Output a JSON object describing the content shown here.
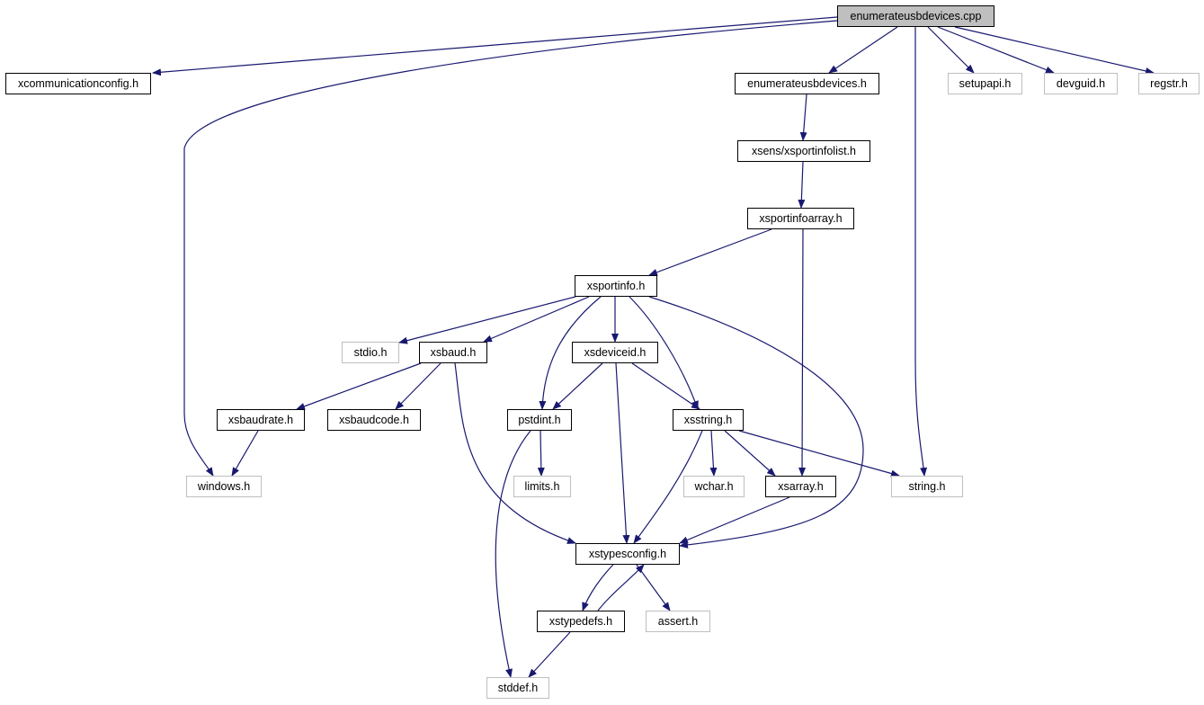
{
  "graph": {
    "edge_color": "#191970",
    "nodes": [
      {
        "id": "root",
        "label": "enumerateusbdevices.cpp",
        "kind": "root"
      },
      {
        "id": "xcomm",
        "label": "xcommunicationconfig.h",
        "kind": "doc"
      },
      {
        "id": "enumh",
        "label": "enumerateusbdevices.h",
        "kind": "doc"
      },
      {
        "id": "setupapi",
        "label": "setupapi.h",
        "kind": "ext"
      },
      {
        "id": "devguid",
        "label": "devguid.h",
        "kind": "ext"
      },
      {
        "id": "regstr",
        "label": "regstr.h",
        "kind": "ext"
      },
      {
        "id": "list",
        "label": "xsens/xsportinfolist.h",
        "kind": "doc"
      },
      {
        "id": "array",
        "label": "xsportinfoarray.h",
        "kind": "doc"
      },
      {
        "id": "portinfo",
        "label": "xsportinfo.h",
        "kind": "doc"
      },
      {
        "id": "stdio",
        "label": "stdio.h",
        "kind": "ext"
      },
      {
        "id": "xsbaud",
        "label": "xsbaud.h",
        "kind": "doc"
      },
      {
        "id": "deviceid",
        "label": "xsdeviceid.h",
        "kind": "doc"
      },
      {
        "id": "baudrate",
        "label": "xsbaudrate.h",
        "kind": "doc"
      },
      {
        "id": "baudcode",
        "label": "xsbaudcode.h",
        "kind": "doc"
      },
      {
        "id": "pstdint",
        "label": "pstdint.h",
        "kind": "doc"
      },
      {
        "id": "xsstring",
        "label": "xsstring.h",
        "kind": "doc"
      },
      {
        "id": "windows",
        "label": "windows.h",
        "kind": "ext"
      },
      {
        "id": "limits",
        "label": "limits.h",
        "kind": "ext"
      },
      {
        "id": "wchar",
        "label": "wchar.h",
        "kind": "ext"
      },
      {
        "id": "xsarray",
        "label": "xsarray.h",
        "kind": "doc"
      },
      {
        "id": "string",
        "label": "string.h",
        "kind": "ext"
      },
      {
        "id": "typescfg",
        "label": "xstypesconfig.h",
        "kind": "doc"
      },
      {
        "id": "typedefs",
        "label": "xstypedefs.h",
        "kind": "doc"
      },
      {
        "id": "assert",
        "label": "assert.h",
        "kind": "ext"
      },
      {
        "id": "stddef",
        "label": "stddef.h",
        "kind": "ext"
      }
    ],
    "edges": [
      [
        "root",
        "xcomm"
      ],
      [
        "root",
        "windows"
      ],
      [
        "root",
        "enumh"
      ],
      [
        "root",
        "string"
      ],
      [
        "root",
        "setupapi"
      ],
      [
        "root",
        "devguid"
      ],
      [
        "root",
        "regstr"
      ],
      [
        "enumh",
        "list"
      ],
      [
        "list",
        "array"
      ],
      [
        "array",
        "portinfo"
      ],
      [
        "array",
        "xsarray"
      ],
      [
        "portinfo",
        "stdio"
      ],
      [
        "portinfo",
        "xsbaud"
      ],
      [
        "portinfo",
        "pstdint"
      ],
      [
        "portinfo",
        "deviceid"
      ],
      [
        "portinfo",
        "xsstring"
      ],
      [
        "portinfo",
        "typescfg"
      ],
      [
        "xsbaud",
        "baudrate"
      ],
      [
        "xsbaud",
        "baudcode"
      ],
      [
        "xsbaud",
        "typescfg"
      ],
      [
        "deviceid",
        "pstdint"
      ],
      [
        "deviceid",
        "typescfg"
      ],
      [
        "deviceid",
        "xsstring"
      ],
      [
        "baudrate",
        "windows"
      ],
      [
        "pstdint",
        "limits"
      ],
      [
        "pstdint",
        "stddef"
      ],
      [
        "xsstring",
        "wchar"
      ],
      [
        "xsstring",
        "xsarray"
      ],
      [
        "xsstring",
        "string"
      ],
      [
        "xsstring",
        "typescfg"
      ],
      [
        "xsarray",
        "typescfg"
      ],
      [
        "typescfg",
        "typedefs"
      ],
      [
        "typedefs",
        "typescfg"
      ],
      [
        "typescfg",
        "assert"
      ],
      [
        "typedefs",
        "stddef"
      ]
    ]
  }
}
